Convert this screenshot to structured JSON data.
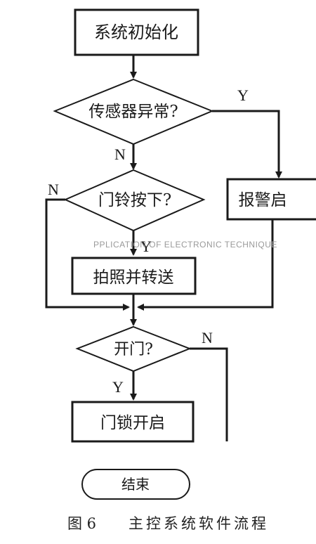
{
  "nodes": {
    "init": "系统初始化",
    "sensor": "传感器异常?",
    "doorbell": "门铃按下?",
    "alarm": "报警启",
    "photo": "拍照并转送",
    "open_q": "开门?",
    "unlock": "门锁开启",
    "end": "结束"
  },
  "labels": {
    "sensor_yes": "Y",
    "sensor_no": "N",
    "doorbell_no": "N",
    "doorbell_yes": "Y",
    "open_no": "N",
    "open_yes": "Y"
  },
  "watermark": "PPLICATION OF ELECTRONIC TECHNIQUE",
  "caption": {
    "figure": "图 6",
    "title": "主控系统软件流程"
  }
}
